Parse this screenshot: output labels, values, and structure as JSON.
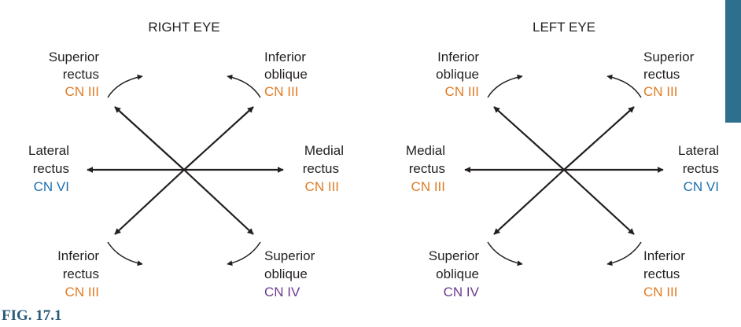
{
  "figure_label": "FIG. 17.1",
  "colors": {
    "line": "#231f20",
    "cn3": "#e07b24",
    "cn6": "#1b6fae",
    "cn4": "#6a3b8f",
    "tab": "#2f6f8e"
  },
  "right_eye": {
    "title": "RIGHT EYE",
    "upper_left": {
      "line1": "Superior",
      "line2": "rectus",
      "nerve": "CN III"
    },
    "upper_right": {
      "line1": "Inferior",
      "line2": "oblique",
      "nerve": "CN III"
    },
    "mid_left": {
      "line1": "Lateral",
      "line2": "rectus",
      "nerve": "CN VI"
    },
    "mid_right": {
      "line1": "Medial",
      "line2": "rectus",
      "nerve": "CN III"
    },
    "lower_left": {
      "line1": "Inferior",
      "line2": "rectus",
      "nerve": "CN III"
    },
    "lower_right": {
      "line1": "Superior",
      "line2": "oblique",
      "nerve": "CN IV"
    }
  },
  "left_eye": {
    "title": "LEFT EYE",
    "upper_left": {
      "line1": "Inferior",
      "line2": "oblique",
      "nerve": "CN III"
    },
    "upper_right": {
      "line1": "Superior",
      "line2": "rectus",
      "nerve": "CN III"
    },
    "mid_left": {
      "line1": "Medial",
      "line2": "rectus",
      "nerve": "CN III"
    },
    "mid_right": {
      "line1": "Lateral",
      "line2": "rectus",
      "nerve": "CN VI"
    },
    "lower_left": {
      "line1": "Superior",
      "line2": "oblique",
      "nerve": "CN IV"
    },
    "lower_right": {
      "line1": "Inferior",
      "line2": "rectus",
      "nerve": "CN III"
    }
  }
}
